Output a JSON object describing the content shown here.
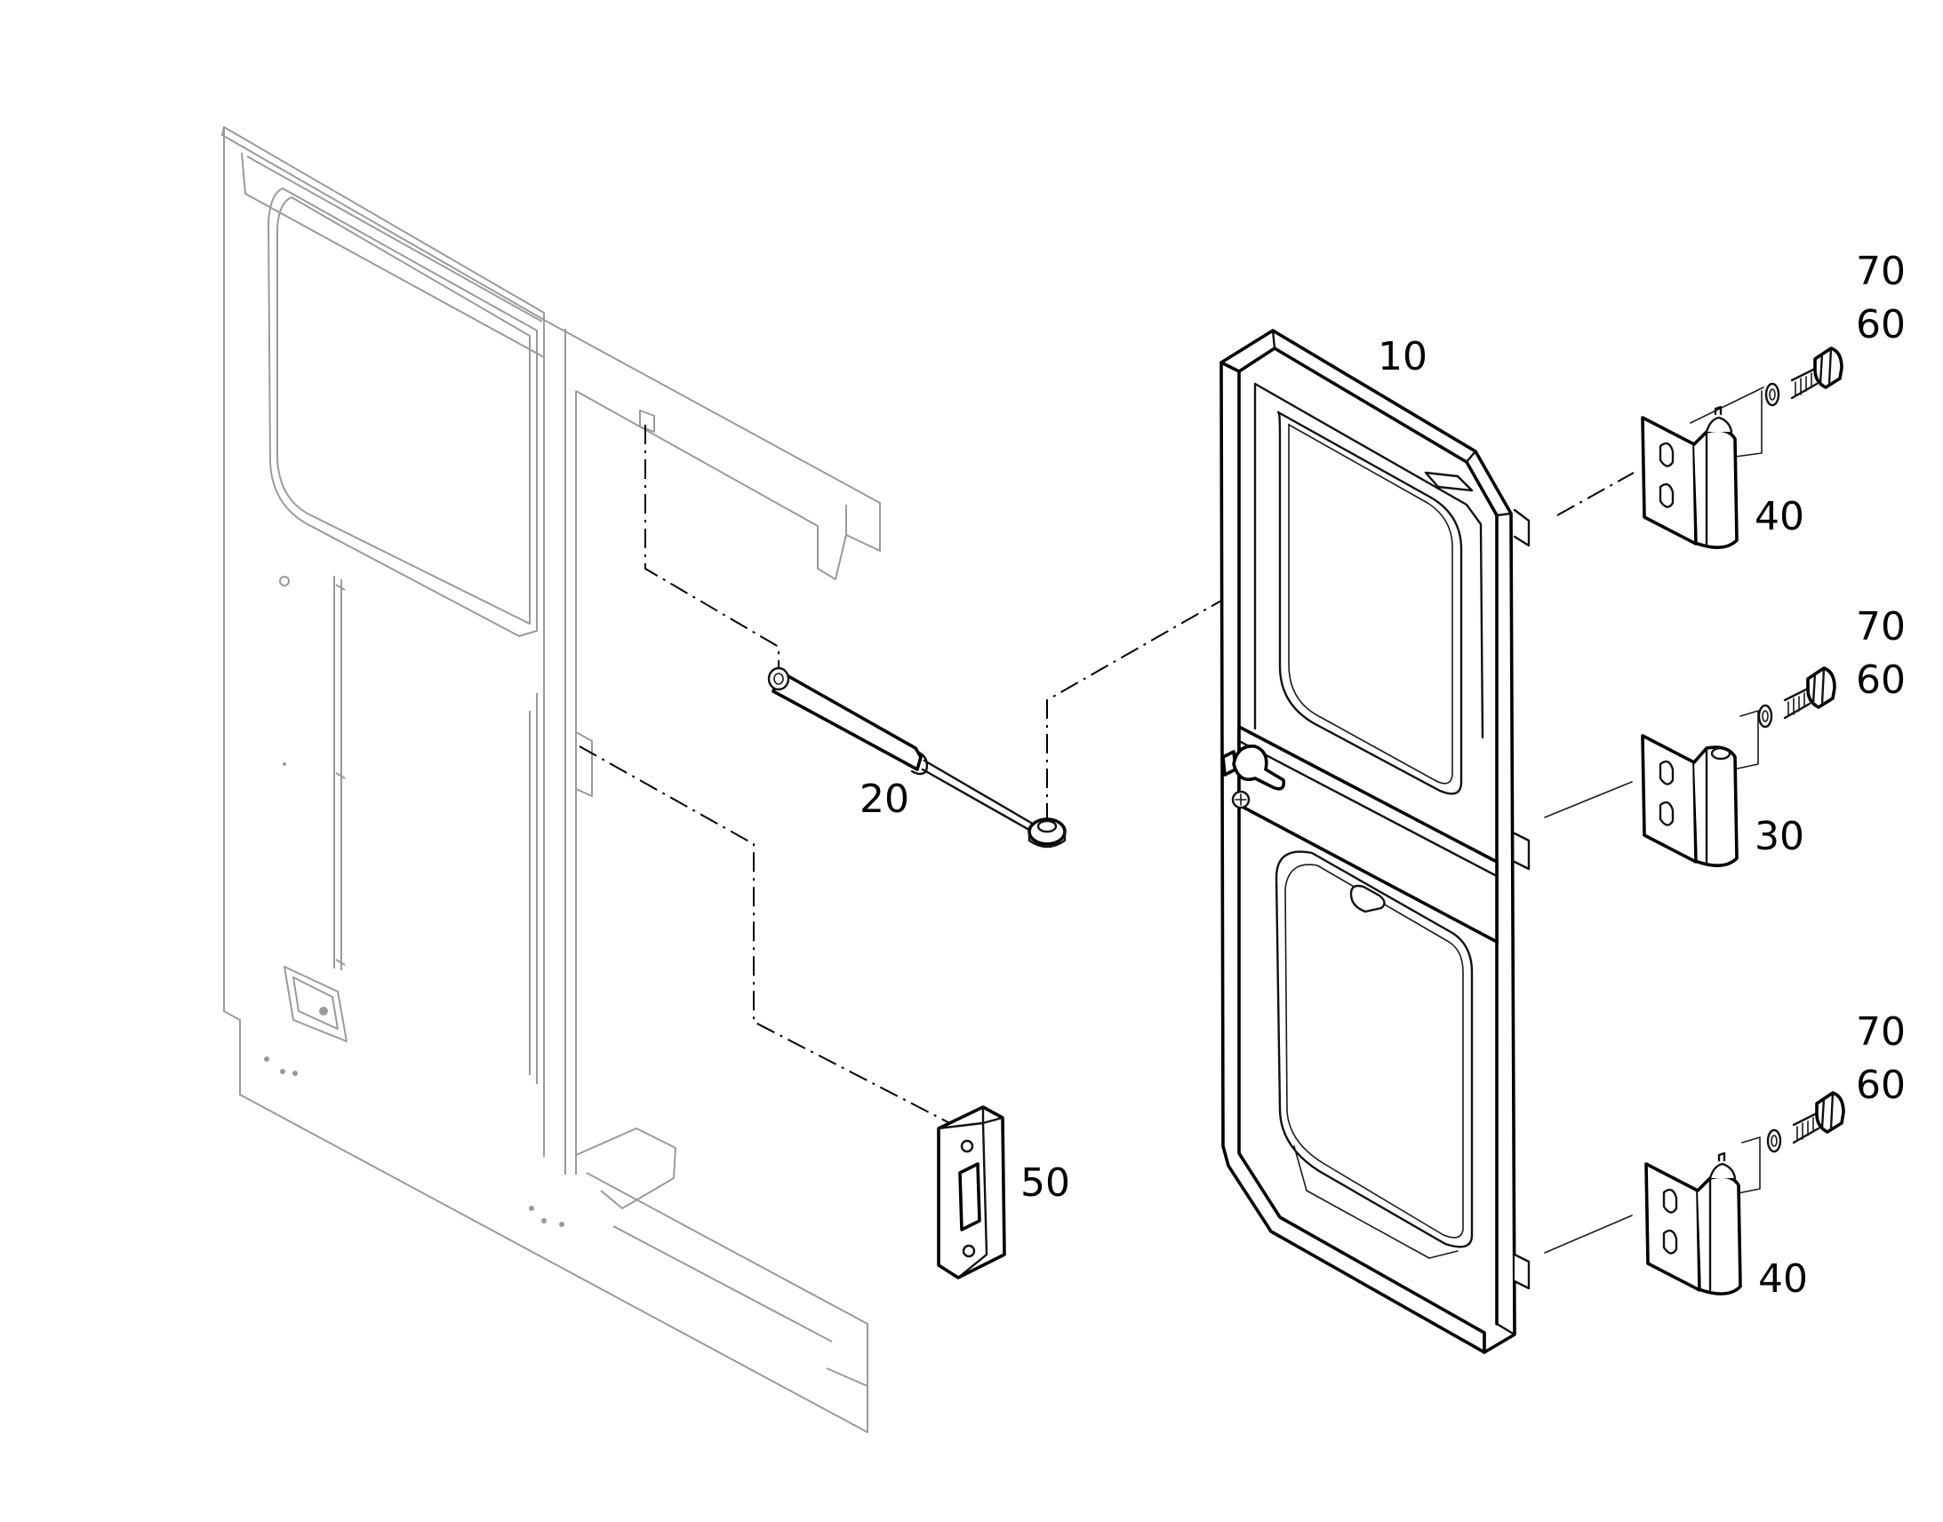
{
  "diagram": {
    "callouts": {
      "door": "10",
      "gas_strut": "20",
      "hinge_middle": "30",
      "hinge_top": "40",
      "hinge_bottom": "40",
      "striker_plate": "50",
      "washer_top": "60",
      "bolt_top": "70",
      "washer_middle": "60",
      "bolt_middle": "70",
      "washer_bottom": "60",
      "bolt_bottom": "70"
    }
  }
}
